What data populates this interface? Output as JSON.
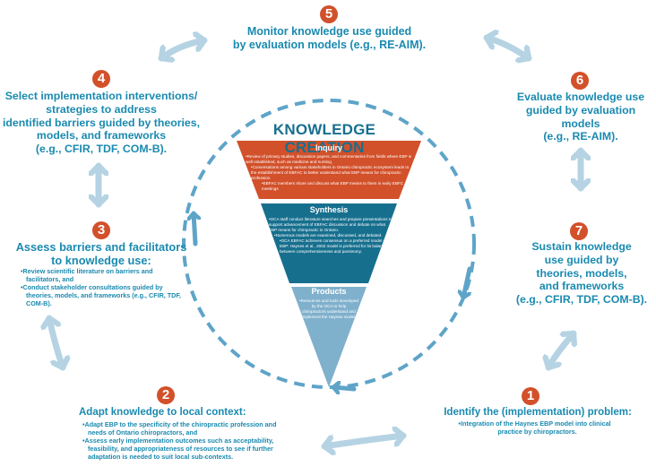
{
  "center": {
    "title": "KNOWLEDGE CREATION",
    "inquiry": {
      "heading": "Inquiry",
      "color": "#d2502a",
      "bullets": [
        "Review of primary studies, discussion papers, and commentaries from fields where EBP is well established, such as medicine and nursing.",
        "Conversations among various stakeholders in Ontario chiropractic ecosystem leads to the establishment of EBFAC to better understand what EBP means for chiropractic profession.",
        "EBFAC members share and discuss what EBP means to them in early EBFC meetings"
      ]
    },
    "synthesis": {
      "heading": "Synthesis",
      "color": "#176f8e",
      "bullets": [
        "OCA staff conduct literature searches and prepare presentations to support advancement of EBFAC discussion and debate on what EBP means for chiropractic in Ontario.",
        "Numerous models are examined, discussed, and debated.",
        "OCA EBFAC achieves consensus on a preferred model of EBP: Haynes et al., 2002 model is preferred for its balance between comprehensiveness and parsimony."
      ]
    },
    "products": {
      "heading": "Products",
      "color": "#7fb0cc",
      "bullets": [
        "Resources and tools developed by the OCA to help chiropractors understand and implement the Haynes model."
      ]
    }
  },
  "colors": {
    "badge": "#d2502a",
    "step_text": "#1a8ab0",
    "arrow_light": "#b5d3e3",
    "cycle_dash": "#5ea4c8"
  },
  "steps": [
    {
      "number": "1",
      "title": "Identify the (implementation) problem:",
      "bullets": [
        "Integration of the Haynes EBP model into clinical practice by chiropractors."
      ]
    },
    {
      "number": "2",
      "title": "Adapt knowledge to local context:",
      "bullets": [
        "Adapt EBP to the specificity of the chiropractic profession and needs of Ontario chiropractors, and",
        "Assess early implementation outcomes such as acceptability, feasibility, and appropriateness of resources to see if further adaptation is needed to suit local sub-contexts."
      ]
    },
    {
      "number": "3",
      "title_lines": [
        "Assess barriers and facilitators",
        "to knowledge use:"
      ],
      "bullets": [
        "Review scientific literature on barriers and facilitators, and",
        "Conduct stakeholder consultations guided by theories, models, and frameworks (e.g., CFIR, TDF, COM-B)."
      ]
    },
    {
      "number": "4",
      "title_lines": [
        "Select implementation interventions/",
        "strategies to address",
        "identified barriers guided by theories,",
        "models, and frameworks",
        "(e.g., CFIR, TDF, COM-B)."
      ]
    },
    {
      "number": "5",
      "title_lines": [
        "Monitor knowledge use guided",
        "by evaluation models (e.g., RE-AIM)."
      ]
    },
    {
      "number": "6",
      "title_lines": [
        "Evaluate knowledge use",
        "guided by evaluation models",
        "(e.g., RE-AIM)."
      ]
    },
    {
      "number": "7",
      "title_lines": [
        "Sustain knowledge",
        "use guided by",
        "theories, models,",
        "and frameworks",
        "(e.g., CFIR, TDF, COM-B)."
      ]
    }
  ]
}
